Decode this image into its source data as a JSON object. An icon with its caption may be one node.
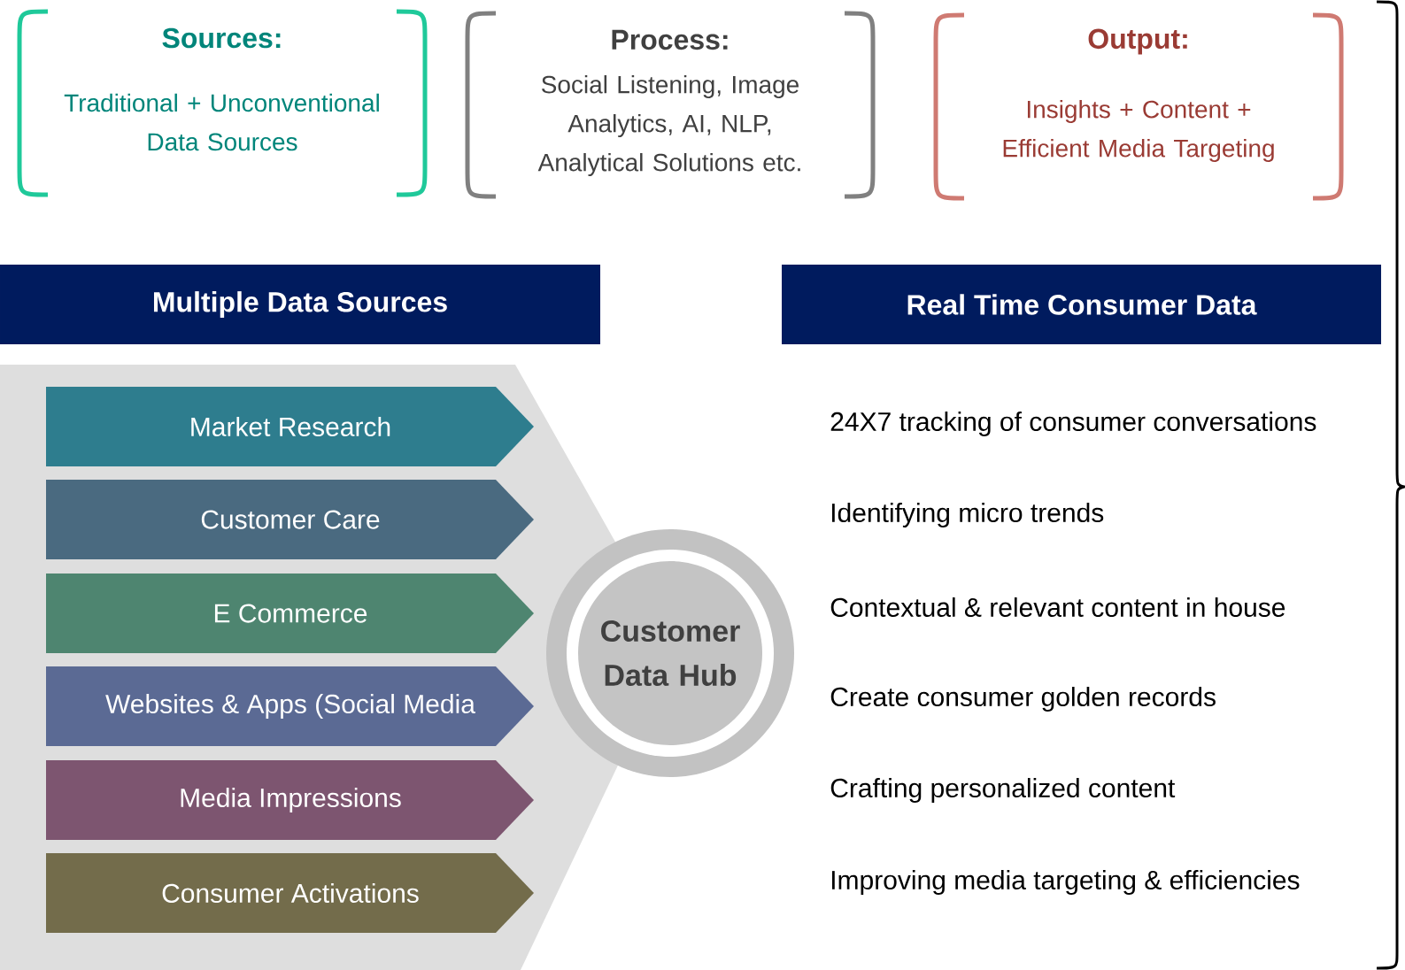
{
  "diagram": {
    "nodes": [
      {
        "text": [
          "Sources:",
          "Traditional + Unconventional Data Sources"
        ]
      },
      {
        "text": [
          "Process:",
          "Social Listening, Image Analytics, AI, NLP, Analytical Solutions etc."
        ]
      },
      {
        "text": [
          "Output:",
          "Insights + Content + Efficient Media Targeting"
        ]
      },
      {
        "text": [
          "Multiple Data Sources"
        ]
      },
      {
        "text": [
          "Real Time Consumer Data"
        ]
      },
      {
        "text": [
          "Market  Research"
        ]
      },
      {
        "text": [
          "Customer Care"
        ]
      },
      {
        "text": [
          "E Commerce"
        ]
      },
      {
        "text": [
          "Websites & Apps (Social Media"
        ]
      },
      {
        "text": [
          "Media Impressions"
        ]
      },
      {
        "text": [
          "Consumer Activations"
        ]
      },
      {
        "text": [
          "Customer Data Hub"
        ]
      }
    ],
    "edges": [],
    "labels": [
      "24X7 tracking of consumer conversations",
      "Identifying micro trends",
      "Contextual & relevant content in house",
      "Create consumer golden records",
      "Crafting personalized content",
      "Improving media targeting & efficiencies"
    ]
  }
}
